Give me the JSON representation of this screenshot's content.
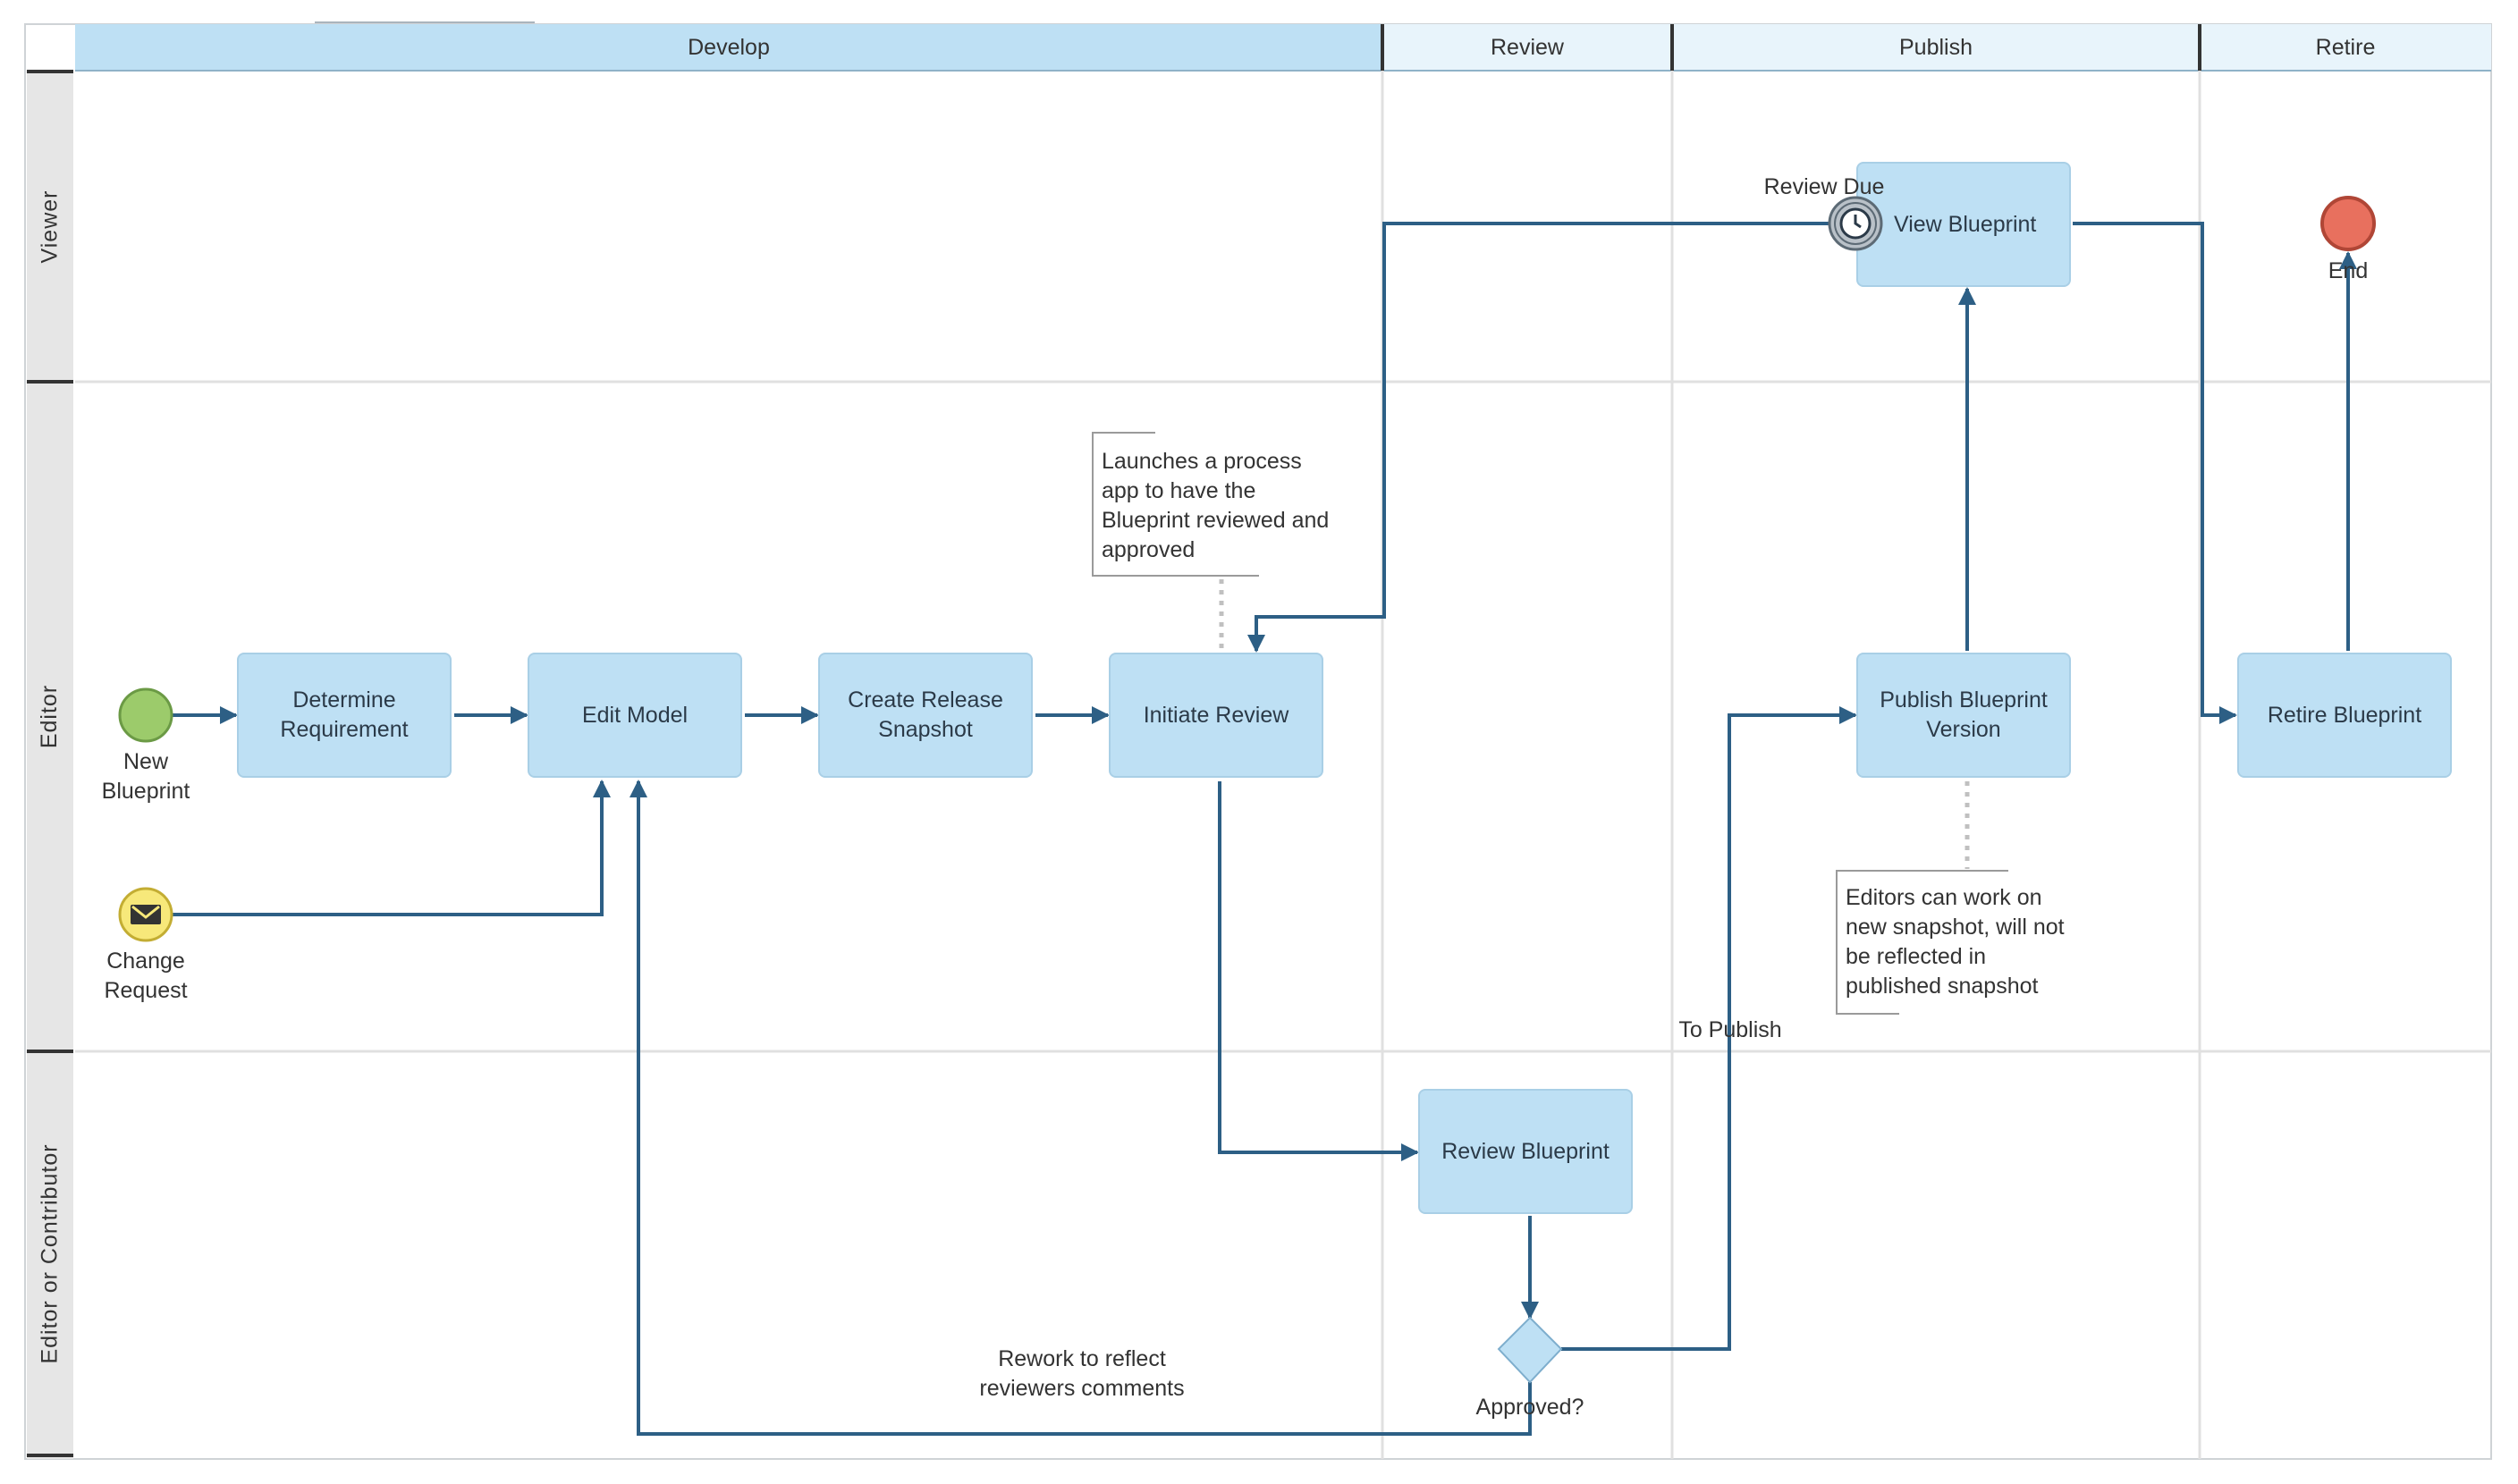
{
  "phases": [
    "Develop",
    "Review",
    "Publish",
    "Retire"
  ],
  "lanes": [
    "Viewer",
    "Editor",
    "Editor or Contributor"
  ],
  "tasks": {
    "determine_requirement": "Determine Requirement",
    "edit_model": "Edit Model",
    "create_release_snapshot": "Create Release Snapshot",
    "initiate_review": "Initiate Review",
    "review_blueprint": "Review Blueprint",
    "publish_blueprint_version": "Publish Blueprint Version",
    "view_blueprint": "View Blueprint",
    "retire_blueprint": "Retire Blueprint"
  },
  "events": {
    "new_blueprint": "New Blueprint",
    "change_request": "Change Request",
    "review_due": "Review Due",
    "end": "End"
  },
  "gateway": {
    "label": "Approved?"
  },
  "flow_labels": {
    "to_publish": "To Publish",
    "rework": "Rework to reflect reviewers comments"
  },
  "annotations": {
    "initiate_review_note": [
      "Launches a process",
      "app to have the",
      "Blueprint reviewed and",
      "approved"
    ],
    "publish_note": [
      "Editors can work on",
      "new snapshot, will not",
      "be reflected in",
      "published snapshot"
    ]
  },
  "colors": {
    "task_fill": "#bee0f4",
    "flow": "#2d5f85",
    "start_event": "#9ccb6b",
    "message_event": "#f7e87a",
    "end_event": "#e8705e",
    "header_active": "#bee0f4",
    "header_inactive": "#e8f4fb"
  }
}
